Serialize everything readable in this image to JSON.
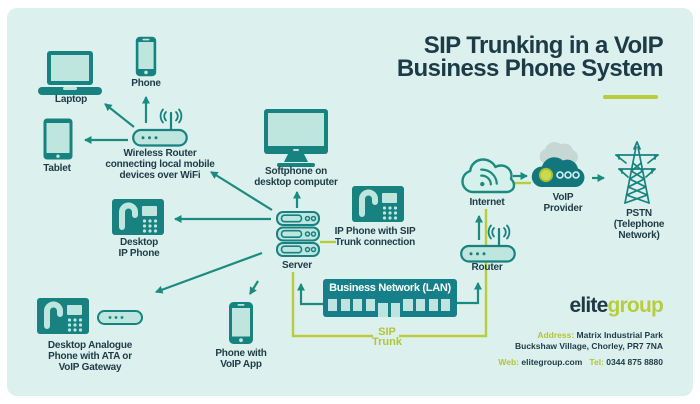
{
  "colors": {
    "panel_bg": "#dcf1ed",
    "teal": "#17827f",
    "teal_fill": "#bfe5df",
    "arrow": "#1b8b80",
    "lime": "#b9cc3e",
    "dark_text": "#1d3b47",
    "lan_bg": "#16808a",
    "provider_cloud": "#12777d",
    "back_cloud": "#c7d8d4"
  },
  "title": {
    "text": "SIP Trunking in a VoIP\nBusiness Phone System"
  },
  "nodes": {
    "laptop": "Laptop",
    "phone": "Phone",
    "tablet": "Tablet",
    "wireless_router": "Wireless Router\nconnecting local mobile\ndevices over WiFi",
    "softphone": "Softphone on\ndesktop computer",
    "desktop_ip_phone": "Desktop\nIP Phone",
    "server": "Server",
    "ip_phone_sip": "IP Phone with SIP\nTrunk connection",
    "analogue_phone": "Desktop Analogue\nPhone with ATA or\nVoIP Gateway",
    "voip_app_phone": "Phone with\nVoIP App",
    "internet": "Internet",
    "router": "Router",
    "voip_provider": "VoIP\nProvider",
    "pstn": "PSTN\n(Telephone\nNetwork)",
    "lan": "Business Network (LAN)",
    "sip_trunk": "SIP\nTrunk"
  },
  "footer": {
    "logo_elite": "elite",
    "logo_group": "group",
    "address_label": "Address:",
    "address_value": "Matrix Industrial Park",
    "address_line2": "Buckshaw Village, Chorley, PR7 7NA",
    "web_label": "Web:",
    "web_value": "elitegroup.com",
    "tel_label": "Tel:",
    "tel_value": "0344 875 8880"
  }
}
